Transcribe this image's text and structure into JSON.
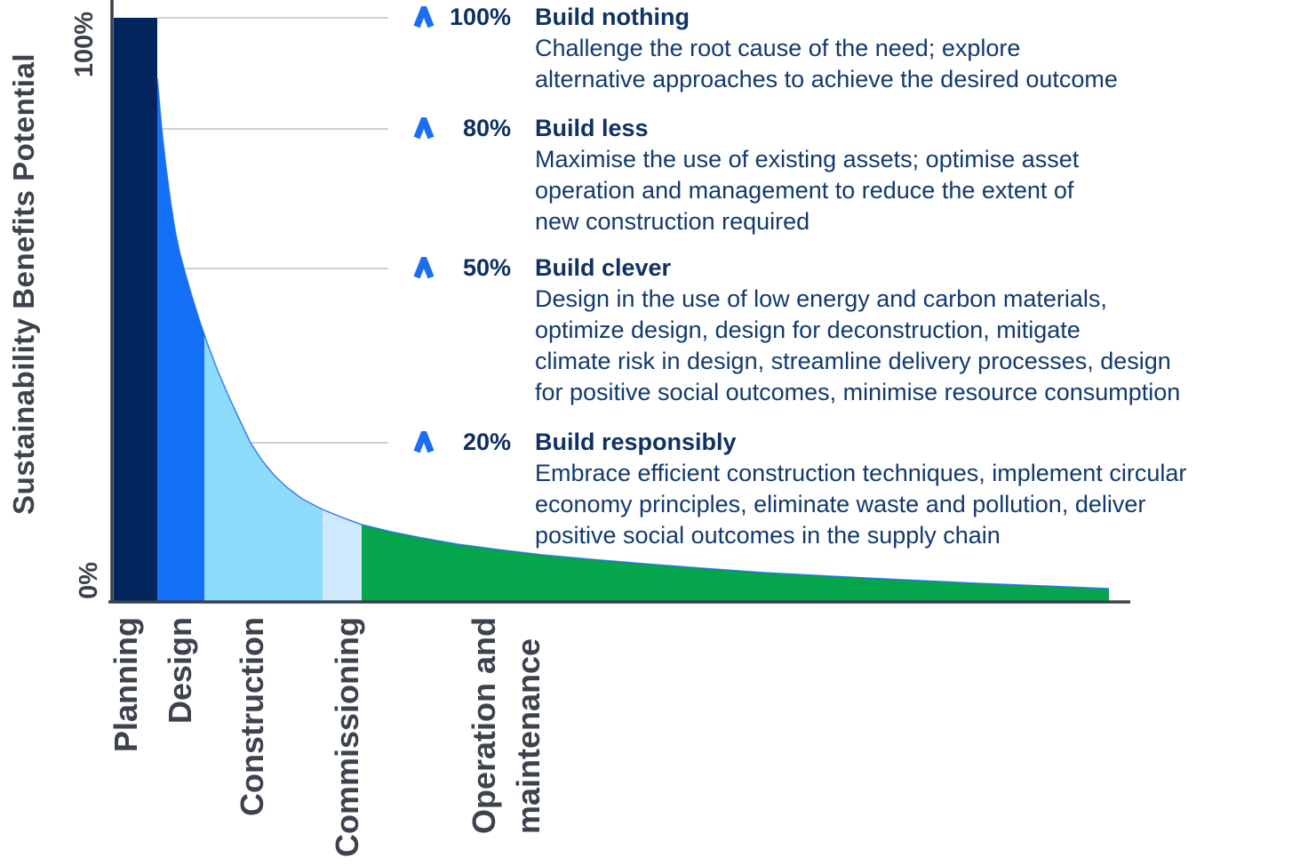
{
  "y_axis": {
    "title": "Sustainability Benefits Potential",
    "top_tick": "100%",
    "bottom_tick": "0%"
  },
  "x_axis": {
    "labels": [
      "Planning",
      "Design",
      "Construction",
      "Commissioning",
      "Operation and\nmaintenance"
    ]
  },
  "annotations": [
    {
      "percent": "100%",
      "title": "Build nothing",
      "description": "Challenge the root cause of the need; explore\nalternative approaches to achieve the desired outcome"
    },
    {
      "percent": "80%",
      "title": "Build less",
      "description": "Maximise the use of existing assets; optimise asset\noperation and management to reduce the extent of\nnew construction required"
    },
    {
      "percent": "50%",
      "title": "Build clever",
      "description": "Design in the use of low energy and carbon materials,\noptimize design, design for deconstruction, mitigate\nclimate risk in design, streamline delivery processes, design\nfor positive social outcomes, minimise resource consumption"
    },
    {
      "percent": "20%",
      "title": "Build responsibly",
      "description": "Embrace efficient construction techniques, implement circular\neconomy principles, eliminate waste and pollution, deliver\npositive social outcomes in the supply chain"
    }
  ],
  "chart_data": {
    "type": "area",
    "title": "",
    "xlabel": "",
    "ylabel": "Sustainability Benefits Potential",
    "yticks": [
      "100%",
      "0%"
    ],
    "ylim": [
      0,
      100
    ],
    "grid": true,
    "legend": false,
    "categories": [
      "Planning",
      "Design",
      "Construction",
      "Commissioning",
      "Operation and maintenance"
    ],
    "phases": [
      {
        "label": "Planning",
        "color": "#04265e",
        "benefit_percent_start": 100,
        "benefit_percent_end": 100
      },
      {
        "label": "Design",
        "color": "#1470f6",
        "benefit_percent_start": 89,
        "benefit_percent_end": 45
      },
      {
        "label": "Construction",
        "color": "#8edcfb",
        "benefit_percent_start": 45,
        "benefit_percent_end": 16
      },
      {
        "label": "Commissioning",
        "color": "#cfeafc",
        "benefit_percent_start": 16,
        "benefit_percent_end": 13
      },
      {
        "label": "Operation and maintenance",
        "color": "#04a54b",
        "benefit_percent_start": 13,
        "benefit_percent_end": 2
      }
    ],
    "annotation_levels_percent": [
      100,
      80,
      50,
      20
    ],
    "curve_shape": "hyperbolic decay of sustainability benefits potential across project phases",
    "grid_color": "#ccd2d8",
    "axis_color": "#36404d",
    "tick_label_color": "#3c434d",
    "text_color": "#123468",
    "accent_blue": "#1b6ef3"
  }
}
